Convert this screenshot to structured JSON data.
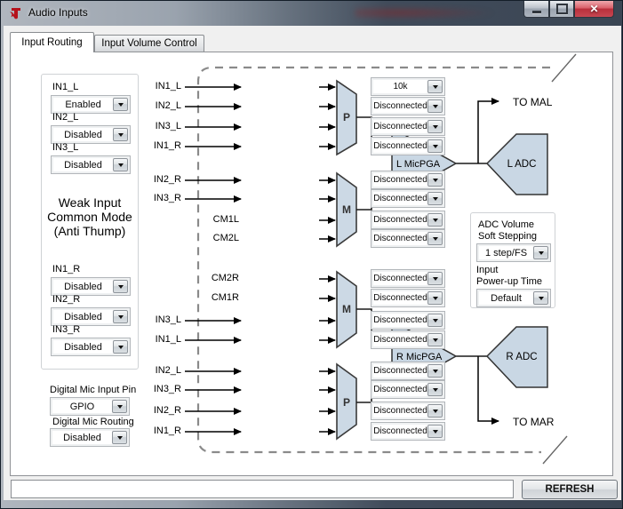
{
  "window": {
    "title": "Audio Inputs"
  },
  "tabs": {
    "routing": "Input Routing",
    "volume": "Input Volume Control"
  },
  "left_panel": {
    "top_combos": [
      {
        "label": "IN1_L",
        "value": "Enabled"
      },
      {
        "label": "IN2_L",
        "value": "Disabled"
      },
      {
        "label": "IN3_L",
        "value": "Disabled"
      }
    ],
    "heading_lines": [
      "Weak Input",
      "Common Mode",
      "(Anti Thump)"
    ],
    "bottom_combos": [
      {
        "label": "IN1_R",
        "value": "Disabled"
      },
      {
        "label": "IN2_R",
        "value": "Disabled"
      },
      {
        "label": "IN3_R",
        "value": "Disabled"
      }
    ]
  },
  "digital_mic": {
    "input_pin_label": "Digital Mic Input Pin",
    "input_pin_value": "GPIO",
    "routing_label": "Digital Mic Routing",
    "routing_value": "Disabled"
  },
  "diagram": {
    "rows": [
      {
        "label": "IN1_L",
        "value": "10k"
      },
      {
        "label": "IN2_L",
        "value": "Disconnected"
      },
      {
        "label": "IN3_L",
        "value": "Disconnected"
      },
      {
        "label": "IN1_R",
        "value": "Disconnected"
      },
      {
        "label": "IN2_R",
        "value": "Disconnected"
      },
      {
        "label": "IN3_R",
        "value": "Disconnected"
      },
      {
        "label": "CM1L",
        "value": "Disconnected"
      },
      {
        "label": "CM2L",
        "value": "Disconnected"
      },
      {
        "label": "CM2R",
        "value": "Disconnected"
      },
      {
        "label": "CM1R",
        "value": "Disconnected"
      },
      {
        "label": "IN3_L",
        "value": "Disconnected"
      },
      {
        "label": "IN1_L",
        "value": "Disconnected"
      },
      {
        "label": "IN2_L",
        "value": "Disconnected"
      },
      {
        "label": "IN3_R",
        "value": "Disconnected"
      },
      {
        "label": "IN2_R",
        "value": "Disconnected"
      },
      {
        "label": "IN1_R",
        "value": "Disconnected"
      }
    ],
    "muxes": [
      "P",
      "M",
      "M",
      "P"
    ],
    "pga_left": "L MicPGA",
    "adc_left": "L ADC",
    "pga_right": "R MicPGA",
    "adc_right": "R ADC",
    "to_mal": "TO MAL",
    "to_mar": "TO MAR",
    "adc_panel": {
      "line1": "ADC Volume",
      "line2": "Soft Stepping",
      "combo1": "1 step/FS",
      "line3": "Input",
      "line4": "Power-up Time",
      "combo2": "Default"
    }
  },
  "footer": {
    "input_value": "",
    "refresh_label": "REFRESH"
  }
}
